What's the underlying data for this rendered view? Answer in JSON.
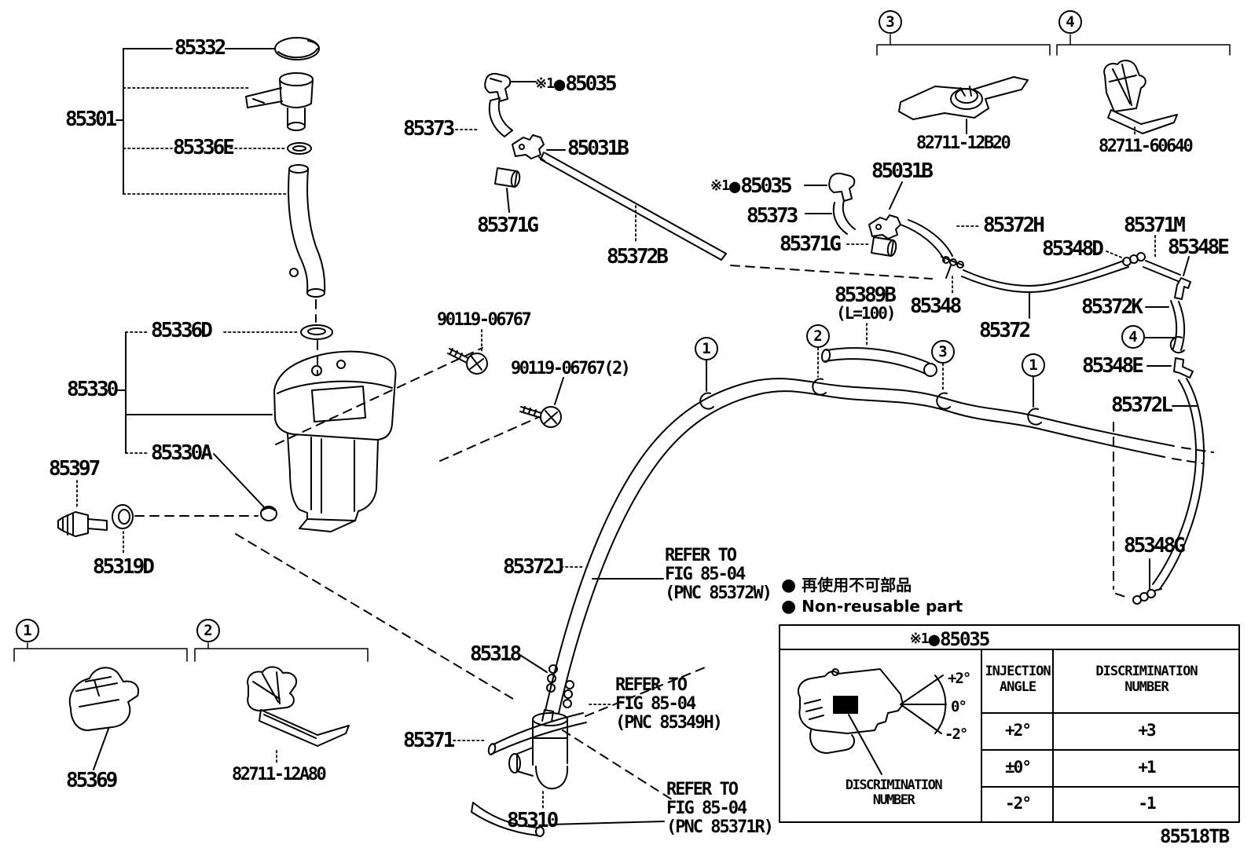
{
  "doc": {
    "code": "85518TB"
  },
  "ref_note": {
    "mark": "※1",
    "bullet": "●",
    "part": "85035"
  },
  "labels": {
    "p85332": "85332",
    "p85301": "85301",
    "p85336e": "85336E",
    "p85336d": "85336D",
    "p85330": "85330",
    "p85330a": "85330A",
    "p85397": "85397",
    "p85319d": "85319D",
    "p90119_06767": "90119-06767",
    "p90119_06767_2": "90119-06767(2)",
    "p85373": "85373",
    "p85031b": "85031B",
    "p85371g": "85371G",
    "p85372b": "85372B",
    "p85372h": "85372H",
    "p85348d": "85348D",
    "p85371m": "85371M",
    "p85348e": "85348E",
    "p85389b": "85389B",
    "p85389b_len": "(L=100)",
    "p85348": "85348",
    "p85372k": "85372K",
    "p85372": "85372",
    "p85372l": "85372L",
    "p85348g": "85348G",
    "p82711_12b20": "82711-12B20",
    "p82711_60640": "82711-60640",
    "p82711_12a80": "82711-12A80",
    "p85369": "85369",
    "p85372j": "85372J",
    "p85318": "85318",
    "p85371": "85371",
    "p85310": "85310"
  },
  "markers": {
    "m1": "1",
    "m2": "2",
    "m3": "3",
    "m4": "4"
  },
  "refers": {
    "r1": {
      "l1": "REFER TO",
      "l2": "FIG 85-04",
      "l3": "(PNC 85372W)"
    },
    "r2": {
      "l1": "REFER TO",
      "l2": "FIG 85-04",
      "l3": "(PNC 85349H)"
    },
    "r3": {
      "l1": "REFER TO",
      "l2": "FIG 85-04",
      "l3": "(PNC 85371R)"
    }
  },
  "notes": {
    "bullet": "●",
    "jp": "再使用不可部品",
    "en": "Non-reusable part"
  },
  "table": {
    "col_angle": "INJECTION\nANGLE",
    "col_number": "DISCRIMINATION\nNUMBER",
    "rows": [
      {
        "angle": "+2°",
        "number": "+3"
      },
      {
        "angle": "±0°",
        "number": "+1"
      },
      {
        "angle": "-2°",
        "number": "-1"
      }
    ],
    "fan": {
      "plus": "+2°",
      "zero": "0°",
      "minus": "-2°"
    },
    "caption": "DISCRIMINATION\nNUMBER"
  }
}
